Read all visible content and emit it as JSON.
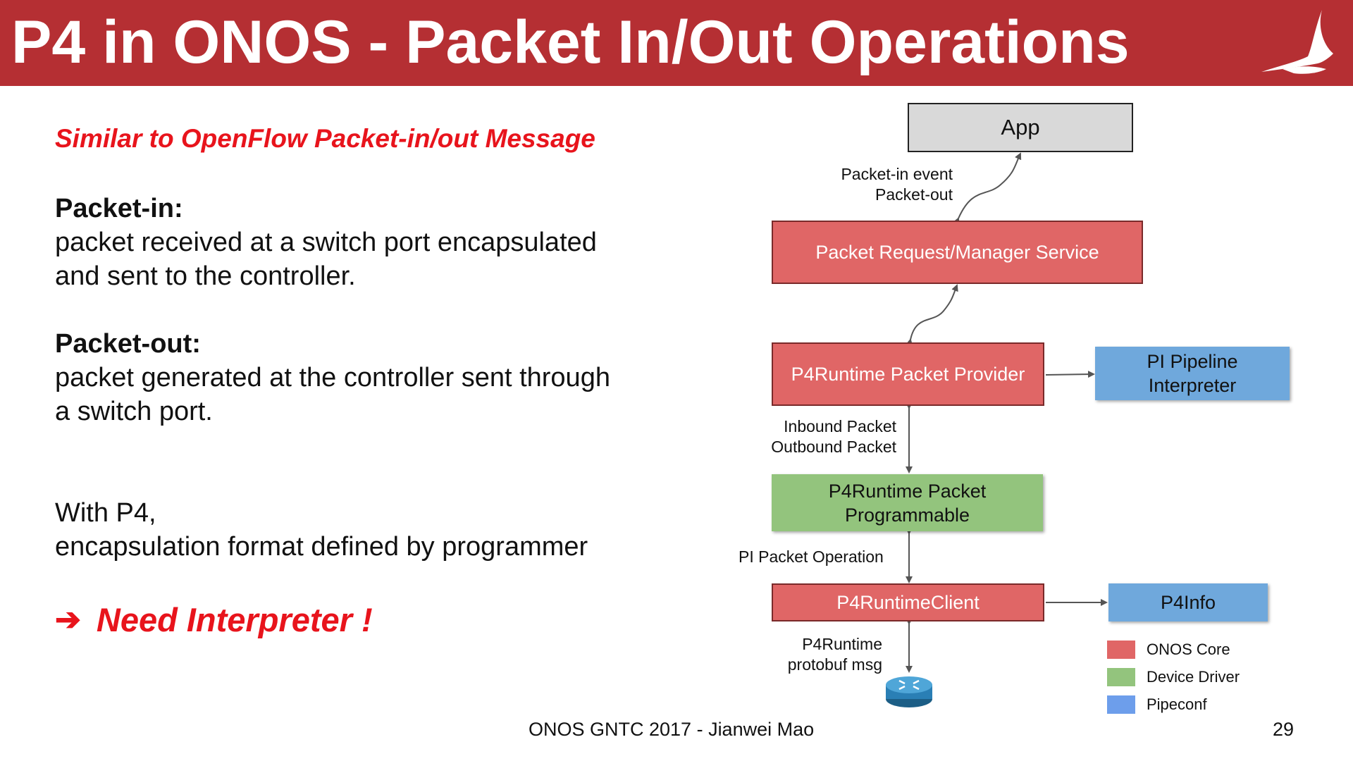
{
  "slide": {
    "title": "P4 in ONOS - Packet In/Out Operations",
    "subtitle": "Similar to OpenFlow Packet-in/out Message",
    "packet_in": {
      "heading": "Packet-in:",
      "lines": [
        "packet received at a switch port encapsulated",
        "and sent to the controller."
      ]
    },
    "packet_out": {
      "heading": "Packet-out:",
      "lines": [
        "packet generated at the controller sent through",
        "a switch port."
      ]
    },
    "p4_note": {
      "lines": [
        "With P4,",
        "encapsulation format defined by programmer"
      ]
    },
    "conclusion": {
      "arrow_glyph": "➔",
      "text": "Need Interpreter !"
    },
    "footer_text": "ONOS GNTC 2017 - Jianwei Mao",
    "page_number": "29"
  },
  "diagram": {
    "boxes": {
      "app": "App",
      "packet_service": "Packet Request/Manager Service",
      "packet_provider": "P4Runtime Packet Provider",
      "pi_interpreter": [
        "PI Pipeline",
        "Interpreter"
      ],
      "packet_programmable": [
        "P4Runtime Packet",
        "Programmable"
      ],
      "runtime_client": "P4RuntimeClient",
      "p4info": "P4Info"
    },
    "edge_labels": {
      "app_service": [
        "Packet-in event",
        "Packet-out"
      ],
      "provider_programmable": [
        "Inbound Packet",
        "Outbound Packet"
      ],
      "programmable_client": "PI Packet Operation",
      "client_switch": [
        "P4Runtime",
        "protobuf msg"
      ]
    }
  },
  "legend": [
    {
      "label": "ONOS Core",
      "color": "#e06666"
    },
    {
      "label": "Device Driver",
      "color": "#93c47d"
    },
    {
      "label": "Pipeconf",
      "color": "#6d9eeb"
    }
  ],
  "colors": {
    "title_bar": "#b52f33",
    "accent_red": "#e8141c",
    "onos_core": "#e06666",
    "device_driver": "#93c47d",
    "pipeconf": "#6fa8dc"
  },
  "icons": {
    "logo": "onos-bird-logo-icon",
    "switch": "network-switch-icon"
  }
}
